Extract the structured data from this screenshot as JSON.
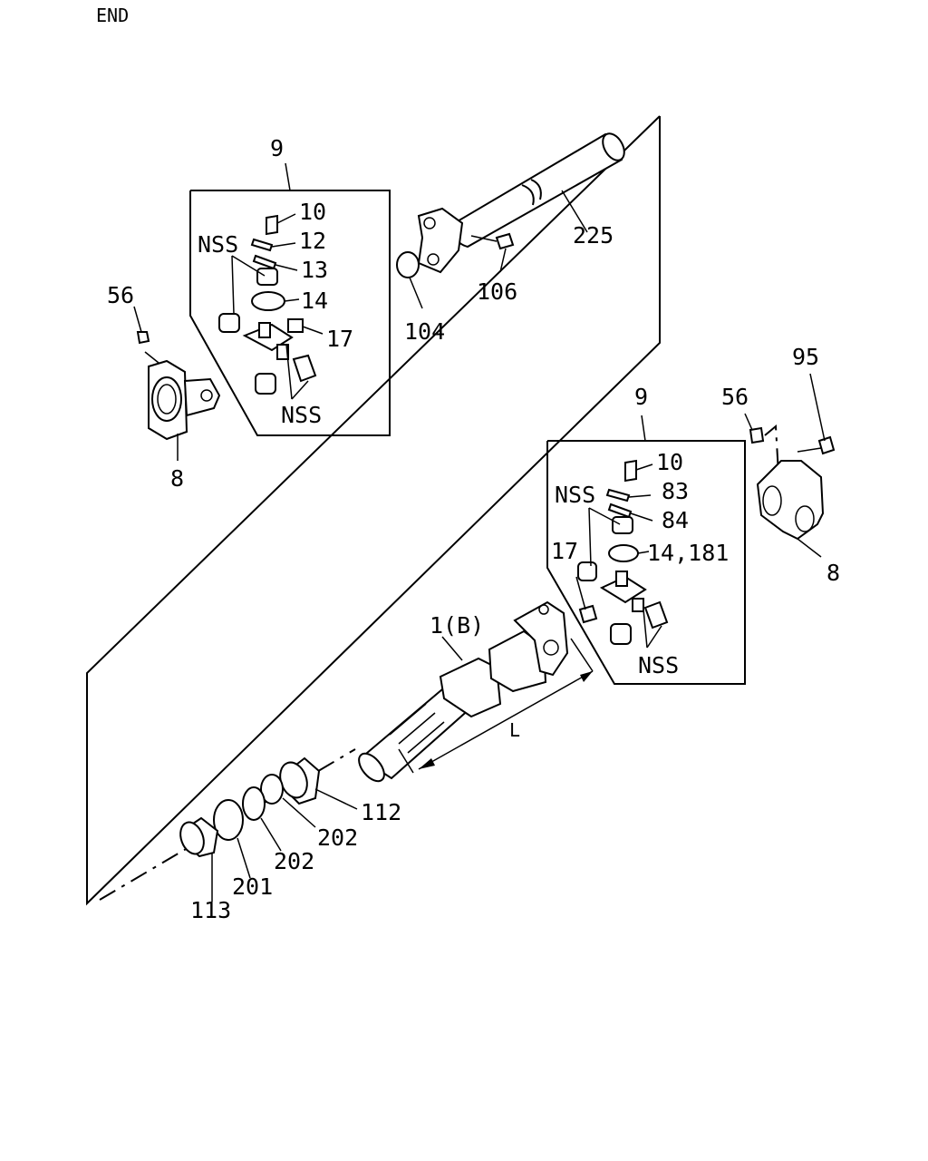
{
  "header": {
    "end_text": "END"
  },
  "callouts": {
    "c9_top": "9",
    "c10_top": "10",
    "c12": "12",
    "c13": "13",
    "c14": "14",
    "c17_top": "17",
    "nss_top_a": "NSS",
    "nss_top_b": "NSS",
    "c56_left": "56",
    "c8_left": "8",
    "c225": "225",
    "c106": "106",
    "c104": "104",
    "c9_bottom": "9",
    "c10_bottom": "10",
    "c83": "83",
    "c84": "84",
    "c14_181": "14,181",
    "c17_bottom": "17",
    "nss_bot_a": "NSS",
    "nss_bot_b": "NSS",
    "c95": "95",
    "c56_right": "56",
    "c8_right": "8",
    "c1b": "1(B)",
    "dim_l": "L",
    "c112": "112",
    "c202_a": "202",
    "c202_b": "202",
    "c201": "201",
    "c113": "113"
  }
}
